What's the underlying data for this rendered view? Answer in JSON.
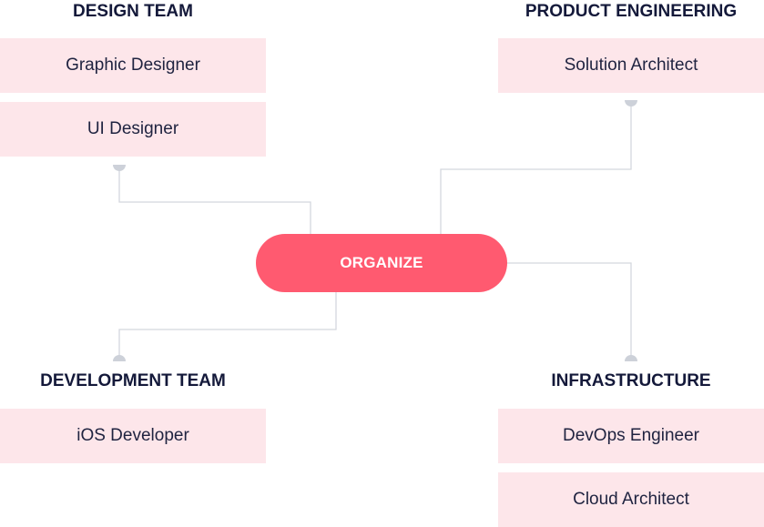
{
  "center": {
    "label": "ORGANIZE"
  },
  "groups": {
    "design": {
      "title": "DESIGN TEAM",
      "roles": [
        "Graphic Designer",
        "UI Designer"
      ]
    },
    "product": {
      "title": "PRODUCT ENGINEERING",
      "roles": [
        "Solution Architect"
      ]
    },
    "development": {
      "title": "DEVELOPMENT TEAM",
      "roles": [
        "iOS Developer"
      ]
    },
    "infrastructure": {
      "title": "INFRASTRUCTURE",
      "roles": [
        "DevOps Engineer",
        "Cloud Architect"
      ]
    }
  },
  "colors": {
    "accent": "#ff5a70",
    "role_box": "#fde6ea",
    "title_text": "#14193a",
    "connector": "#cfd3db"
  }
}
